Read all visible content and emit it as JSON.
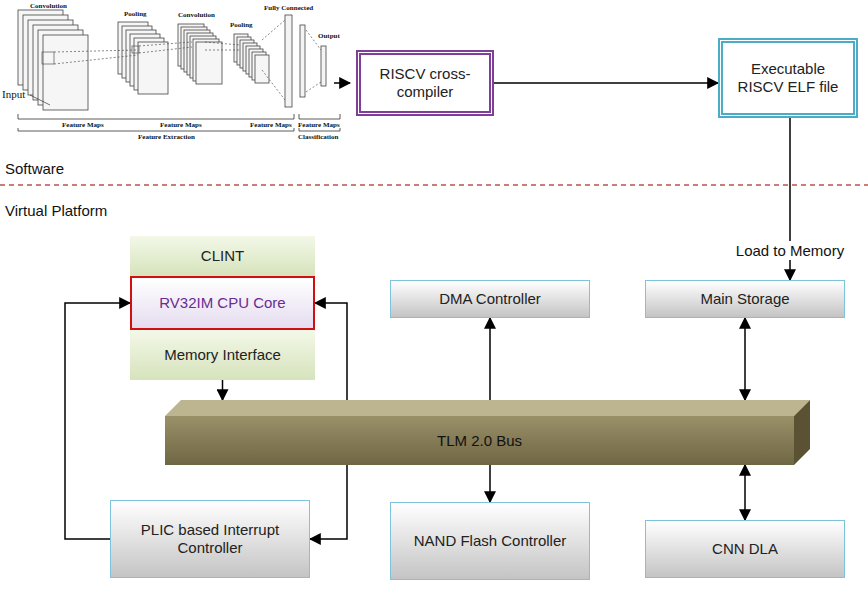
{
  "diagram": {
    "nodes": [
      {
        "text": [
          "RISCV cross-compiler"
        ]
      },
      {
        "text": [
          "Executable RISCV ELF file"
        ]
      },
      {
        "text": [
          "CLINT"
        ]
      },
      {
        "text": [
          "RV32IM CPU Core"
        ]
      },
      {
        "text": [
          "Memory Interface"
        ]
      },
      {
        "text": [
          "DMA Controller"
        ]
      },
      {
        "text": [
          "Main Storage"
        ]
      },
      {
        "text": [
          "TLM 2.0 Bus"
        ]
      },
      {
        "text": [
          "PLIC based Interrupt Controller"
        ]
      },
      {
        "text": [
          "NAND Flash Controller"
        ]
      },
      {
        "text": [
          "CNN DLA"
        ]
      }
    ],
    "edges": [
      {
        "from": 0,
        "to": 1,
        "arrow": "to"
      },
      {
        "from": 1,
        "to": 6,
        "arrow": "to",
        "label": "Load to Memory"
      },
      {
        "from": 4,
        "to": 7,
        "arrow": "to"
      },
      {
        "from": 7,
        "to": 5,
        "arrow": "to"
      },
      {
        "from": 7,
        "to": 6,
        "arrow": "both"
      },
      {
        "from": 7,
        "to": 9,
        "arrow": "to"
      },
      {
        "from": 7,
        "to": 10,
        "arrow": "both"
      },
      {
        "from": 8,
        "to": 3,
        "arrow": "to"
      },
      {
        "from": 8,
        "to": 3,
        "arrow": "both"
      }
    ],
    "labels": [
      "Convolution",
      "Pooling",
      "Convolution",
      "Pooling",
      "Fully Connected",
      "Output",
      "Input",
      "Feature Maps",
      "Feature Maps",
      "Feature Maps",
      "Feature Maps",
      "Feature Extraction",
      "Classification",
      "Software",
      "Virtual Platform"
    ]
  }
}
